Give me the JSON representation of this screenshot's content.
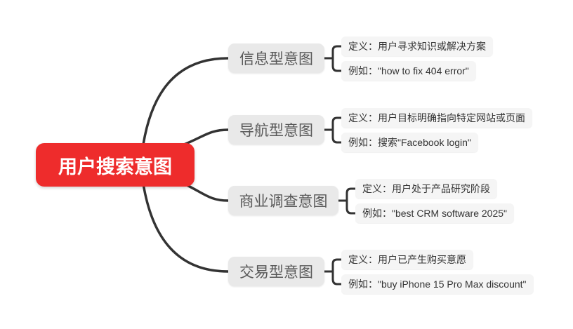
{
  "central_node": {
    "label": "用户搜索意图"
  },
  "branches": [
    {
      "label": "信息型意图",
      "definition": "定义：用户寻求知识或解决方案",
      "example": "例如：\"how to fix 404 error\""
    },
    {
      "label": "导航型意图",
      "definition": "定义：用户目标明确指向特定网站或页面",
      "example": "例如：搜索\"Facebook login\""
    },
    {
      "label": "商业调查意图",
      "definition": "定义：用户处于产品研究阶段",
      "example": "例如：\"best CRM software 2025\""
    },
    {
      "label": "交易型意图",
      "definition": "定义：用户已产生购买意愿",
      "example": "例如：\"buy iPhone 15 Pro Max discount\""
    }
  ],
  "colors": {
    "canvas_bg": "#ffffff",
    "central_bg": "#ee2c2c",
    "central_text": "#ffffff",
    "branch_bg": "#e9e9e9",
    "branch_text": "#595959",
    "leaf_bg": "#f5f5f5",
    "leaf_text": "#333333",
    "line": "#333333"
  }
}
